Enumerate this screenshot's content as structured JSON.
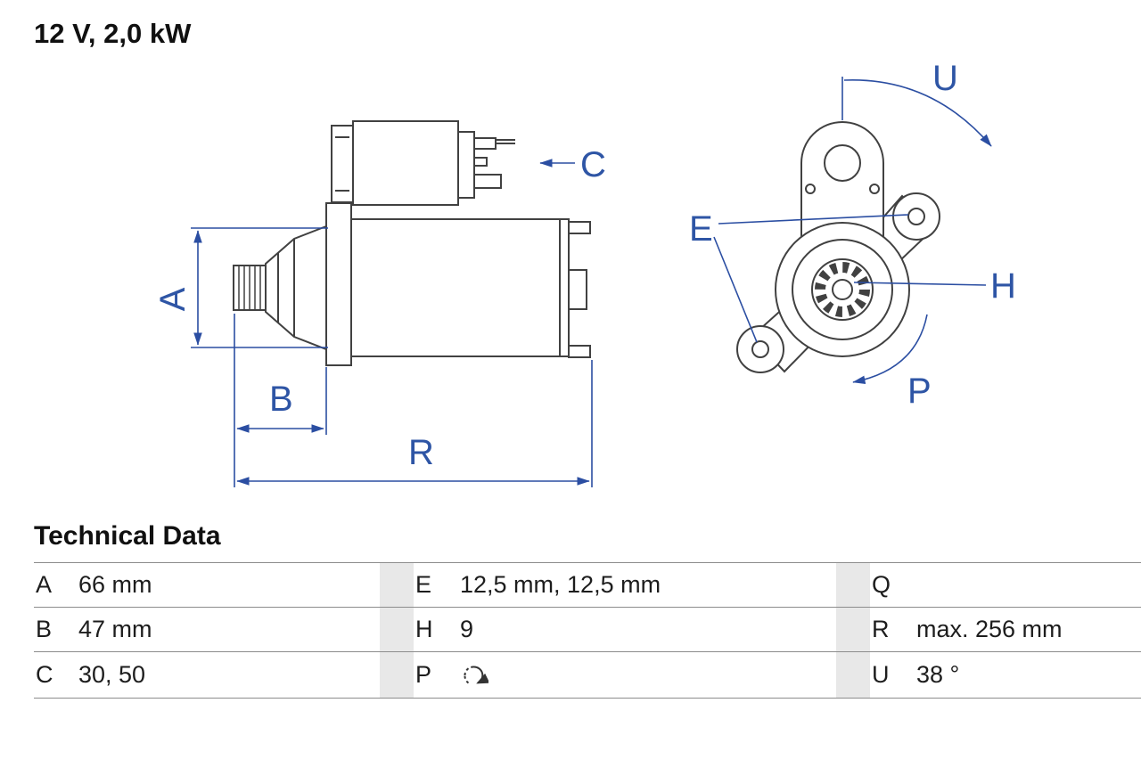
{
  "title": "12 V, 2,0 kW",
  "colors": {
    "annotation_blue": "#2b4ea2",
    "drawing_gray": "#414141",
    "table_line_gray": "#8c8c8c",
    "band_gray": "#e8e8e8"
  },
  "diagram": {
    "labels": {
      "A": "A",
      "B": "B",
      "C": "C",
      "E": "E",
      "H": "H",
      "P": "P",
      "R": "R",
      "U": "U"
    }
  },
  "technical_data": {
    "heading": "Technical Data",
    "p_icon": "clockwise-rotation",
    "rows": [
      {
        "k1": "A",
        "v1": "66 mm",
        "k2": "E",
        "v2": "12,5 mm, 12,5 mm",
        "k3": "Q",
        "v3": ""
      },
      {
        "k1": "B",
        "v1": "47 mm",
        "k2": "H",
        "v2": "9",
        "k3": "R",
        "v3": "max. 256 mm"
      },
      {
        "k1": "C",
        "v1": "30, 50",
        "k2": "P",
        "v2": "",
        "k3": "U",
        "v3": "38 °"
      }
    ]
  }
}
